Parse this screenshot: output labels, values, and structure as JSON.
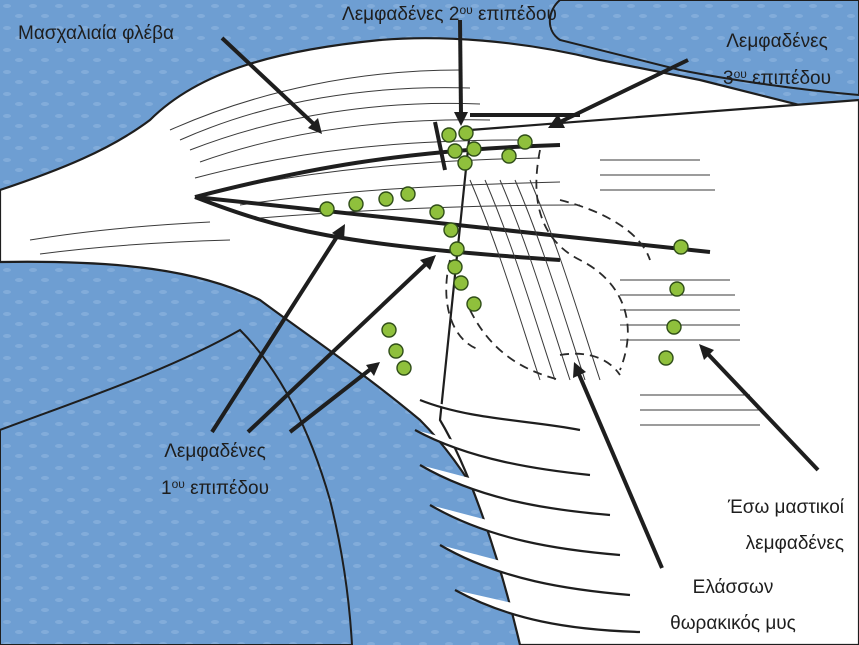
{
  "labels": {
    "axillary_vein": "Μασχαλιαία φλέβα",
    "level2_main": "Λεμφαδένες 2",
    "level2_sup": "ου",
    "level2_tail": " επιπέδου",
    "level3_line1": "Λεμφαδένες",
    "level3_num": "3",
    "level3_sup": "ου",
    "level3_tail": " επιπέδου",
    "level1_line1": "Λεμφαδένες",
    "level1_num": "1",
    "level1_sup": "ου",
    "level1_tail": " επιπέδου",
    "internal_mammary_line1": "Έσω μαστικοί",
    "internal_mammary_line2": "λεμφαδένες",
    "pec_minor_line1": "Ελάσσων",
    "pec_minor_line2": "θωρακικός μυς"
  },
  "colors": {
    "background_blue": "#6e9ed2",
    "node_green": "#8fc03c",
    "line_dark": "#1e1e1e"
  }
}
